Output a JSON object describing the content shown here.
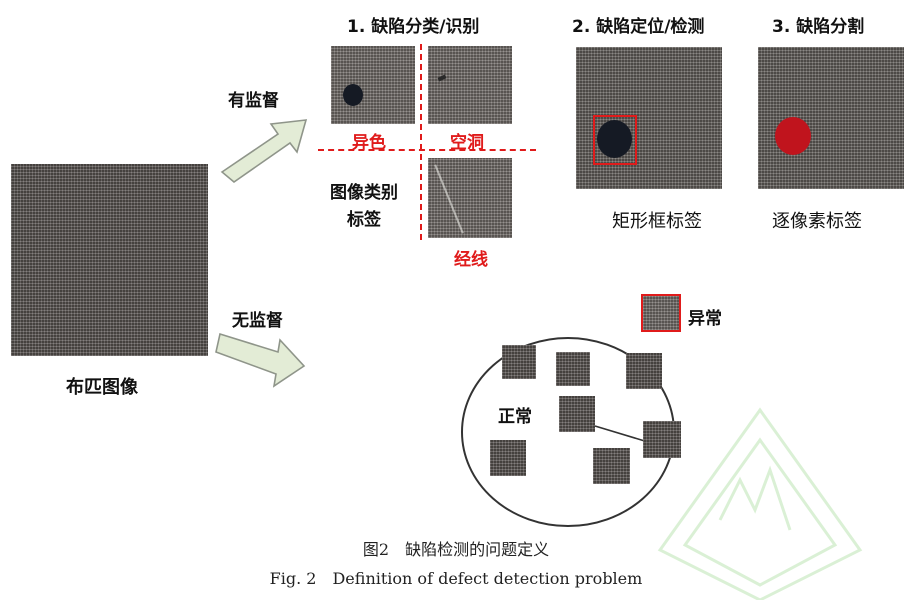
{
  "source_label": "布匹图像",
  "supervised_label": "有监督",
  "unsupervised_label": "无监督",
  "task1_title": "1. 缺陷分类/识别",
  "task2_title": "2. 缺陷定位/检测",
  "task3_title": "3. 缺陷分割",
  "class_abnormal_color": "异色",
  "class_hole": "空洞",
  "class_warp": "经线",
  "category_label_line1": "图像类别",
  "category_label_line2": "标签",
  "bbox_label": "矩形框标签",
  "pixel_label": "逐像素标签",
  "anomaly_label": "异常",
  "normal_label": "正常",
  "caption_cn": "图2　缺陷检测的问题定义",
  "caption_en": "Fig. 2　Definition of defect detection problem",
  "colors": {
    "red_text": "#e01b1b",
    "arrow_fill": "#e3ecd6",
    "defect_dark": "#151a24",
    "segment_red": "#c0141d",
    "watermark": "#b7e3ad"
  }
}
